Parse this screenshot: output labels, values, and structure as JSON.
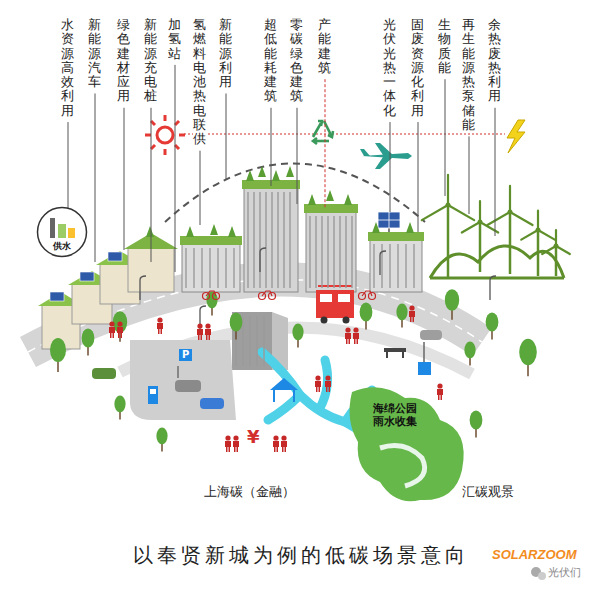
{
  "diagram": {
    "caption": "以奉贤新城为例的低碳场景意向",
    "nodes": [
      {
        "text": [
          "供水"
        ]
      }
    ],
    "labels": [
      "水资源高效利用",
      "新能源汽车",
      "绿色建材应用",
      "新能源充电桩",
      "加氢站",
      "氢燃料电池热电联供",
      "新能源利用",
      "超低能耗建筑",
      "零碳绿色建筑",
      "产能建筑",
      "光伏光热一体化",
      "固废资源化利用",
      "生物质能",
      "再生能源热泵储能",
      "余热废热利用",
      "P",
      "海绵公园 雨水收集",
      "¥",
      "上海碳（金融）",
      "汇碳观景",
      "SOLARZOOM",
      "光伏们"
    ]
  }
}
